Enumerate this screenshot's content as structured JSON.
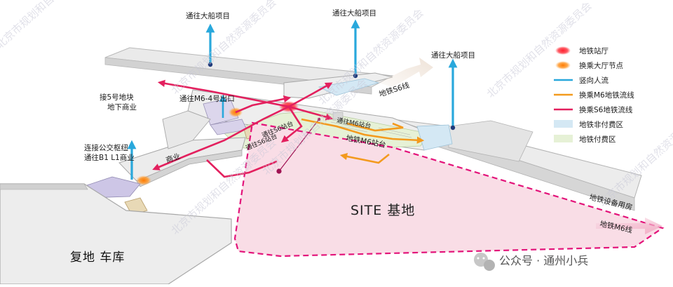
{
  "labels": {
    "ship_top_left": "通往大船项目",
    "ship_top_right": "通往大船项目",
    "ship_right": "通往大船项目",
    "plot5_line1": "接5号地块",
    "plot5_line2": "地下商业",
    "exit_m6_4": "通往M6-4号出口",
    "bus_line1": "连接公交枢纽",
    "bus_line2": "通往B1 L1商业",
    "commerce": "商业",
    "s6_platform_a": "通往S6站台",
    "s6_platform_b": "通往S6站台",
    "m6_platform_small": "通往M6站台",
    "m6_platform": "地铁M6站台",
    "s6_line": "地铁S6线",
    "m6_line": "地铁M6线",
    "equipment_room": "地铁设备用房",
    "site": "SITE 基地",
    "garage": "复地 车库"
  },
  "legend": [
    {
      "label": "地铁站厅",
      "kind": "dot-red"
    },
    {
      "label": "换乘大厅节点",
      "kind": "dot-orange"
    },
    {
      "label": "竖向人流",
      "kind": "line",
      "color": "#29a8dc"
    },
    {
      "label": "换乘M6地铁流线",
      "kind": "line",
      "color": "#f39a1e"
    },
    {
      "label": "换乘S6地铁流线",
      "kind": "line",
      "color": "#e3205e"
    },
    {
      "label": "地铁非付费区",
      "kind": "box",
      "color": "#d4e8f4"
    },
    {
      "label": "地铁付费区",
      "kind": "box",
      "color": "#e6f1d6"
    }
  ],
  "watermark": "北京市规划和自然资源委员会",
  "brand": "公众号 · 通州小兵",
  "colors": {
    "vertical": "#29a8dc",
    "m6_flow": "#f39a1e",
    "s6_flow": "#e3205e",
    "site_fill": "#f9dde6",
    "site_border": "#e3147a",
    "paid": "#e6f1d6",
    "unpaid": "#d4e8f4"
  }
}
